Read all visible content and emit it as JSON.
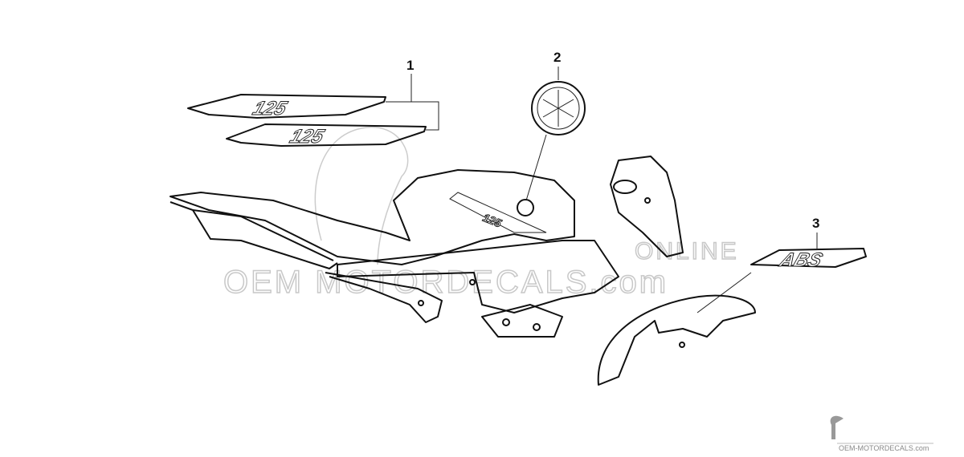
{
  "diagram": {
    "callouts": [
      {
        "number": "1",
        "part": "tank-side-decals-125"
      },
      {
        "number": "2",
        "part": "yamaha-emblem"
      },
      {
        "number": "3",
        "part": "abs-decal"
      }
    ],
    "decal_text": {
      "model": "125",
      "abs": "ABS"
    }
  },
  "watermark": {
    "main": "OEM-MOTORDECALS.com",
    "main_display": "OEM MOTORDECALS.com",
    "online": "ONLINE",
    "footer": "OEM-MOTORDECALS.com"
  },
  "colors": {
    "line": "#111111",
    "watermark": "#c8c8c8"
  }
}
